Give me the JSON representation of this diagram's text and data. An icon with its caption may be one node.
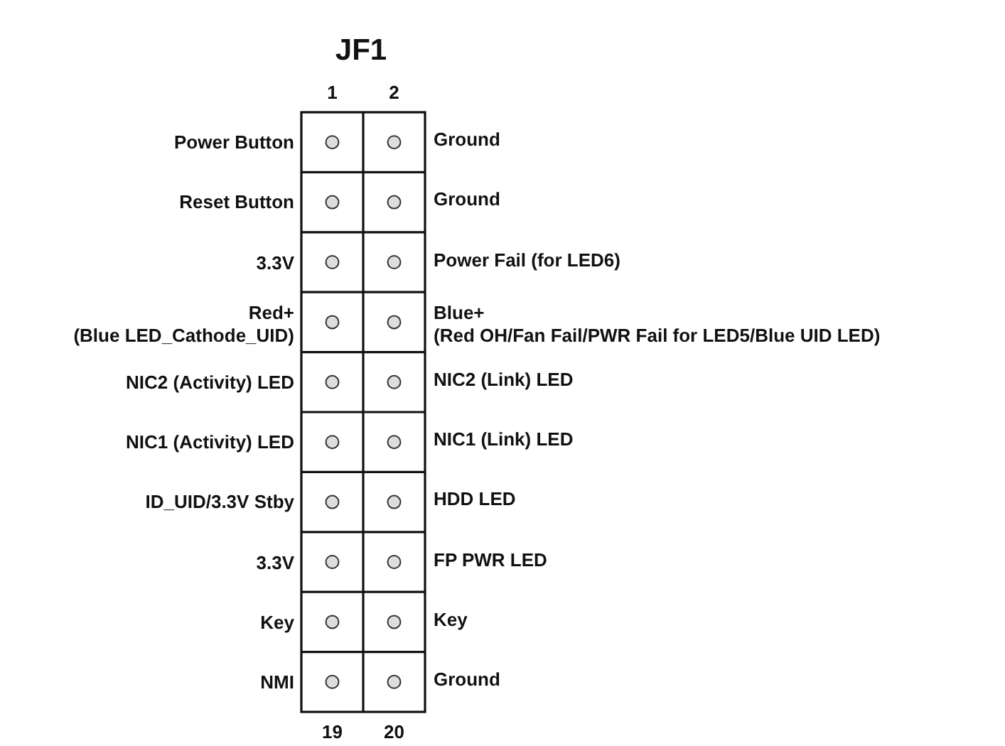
{
  "diagram": {
    "title": "JF1",
    "labels": [
      "1",
      "2",
      "Power Button",
      "Ground",
      "Reset Button",
      "Ground",
      "3.3V",
      "Power Fail (for LED6)",
      "Red+",
      "(Blue LED_Cathode_UID)",
      "Blue+",
      "(Red OH/Fan Fail/PWR Fail for LED5/Blue UID LED)",
      "NIC2 (Activity) LED",
      "NIC2 (Link) LED",
      "NIC1 (Activity) LED",
      "NIC1 (Link) LED",
      "ID_UID/3.3V Stby",
      "HDD LED",
      "3.3V",
      "FP PWR LED",
      "Key",
      "Key",
      "NMI",
      "Ground",
      "19",
      "20"
    ]
  }
}
